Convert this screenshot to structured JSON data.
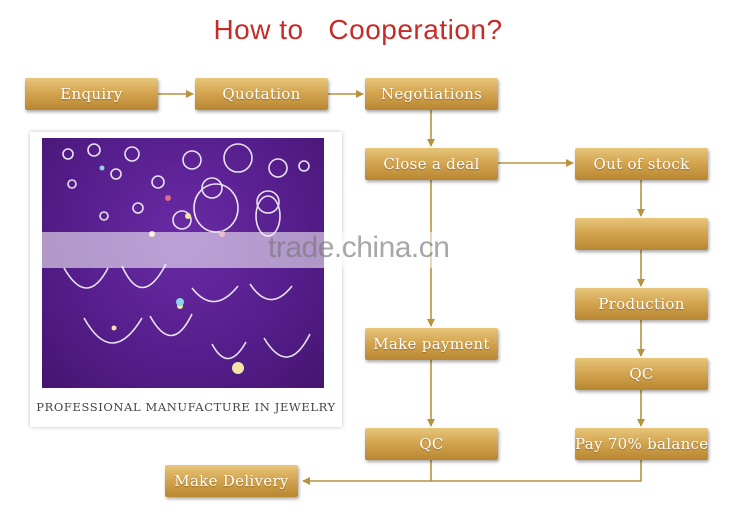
{
  "title": "How to   Cooperation?",
  "steps": {
    "enquiry": "Enquiry",
    "quotation": "Quotation",
    "negotiations": "Negotiations",
    "close_deal": "Close a deal",
    "out_of_stock": "Out of stock",
    "production": "Production",
    "qc_right": "QC",
    "pay_balance": "Pay 70% balance",
    "make_payment": "Make payment",
    "qc_left": "QC",
    "make_delivery": "Make Delivery"
  },
  "photo_caption": "PROFESSIONAL MANUFACTURE IN JEWELRY",
  "watermark": "trade.china.cn",
  "colors": {
    "title": "#c72b27",
    "box_gold": "#d4a651",
    "arrow": "#b8923f",
    "photo_bg": "#541d8a"
  }
}
